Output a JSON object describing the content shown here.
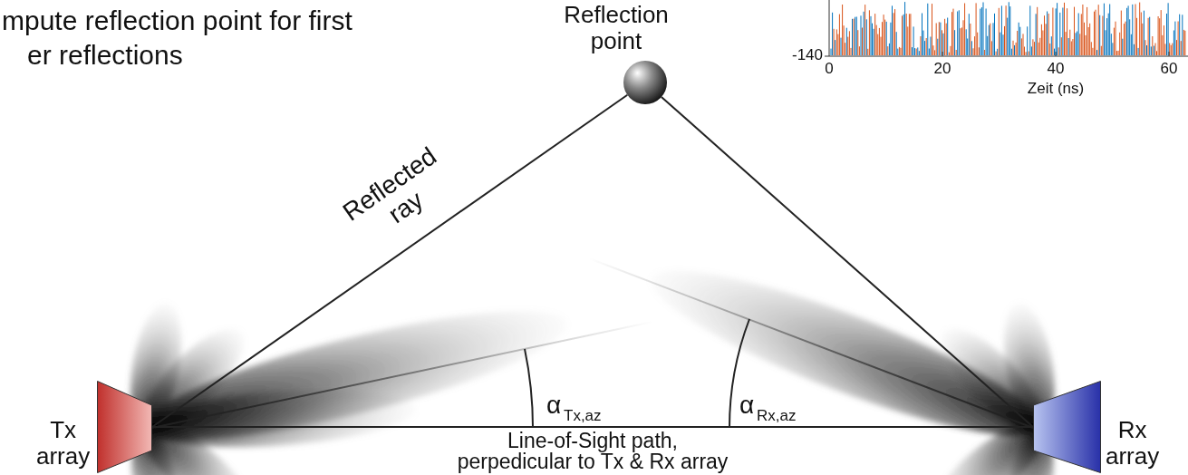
{
  "diagram": {
    "nodes": [
      {
        "text": [
          "Reflection point"
        ]
      },
      {
        "text": [
          "Tx array"
        ]
      },
      {
        "text": [
          "Rx array"
        ]
      }
    ],
    "edges": [
      {
        "from": 1,
        "to": 0,
        "arrow": "none",
        "label": "Reflected ray"
      },
      {
        "from": 0,
        "to": 2,
        "arrow": "none"
      },
      {
        "from": 1,
        "to": 2,
        "arrow": "none",
        "label": "Line-of-Sight path, perpedicular to Tx & Rx array"
      }
    ],
    "labels": [
      "mpute reflection point for first",
      "er reflections",
      "-140",
      "0",
      "20",
      "40",
      "60",
      "Zeit (ns)",
      "α",
      "Tx,az",
      "α",
      "Rx,az"
    ]
  }
}
